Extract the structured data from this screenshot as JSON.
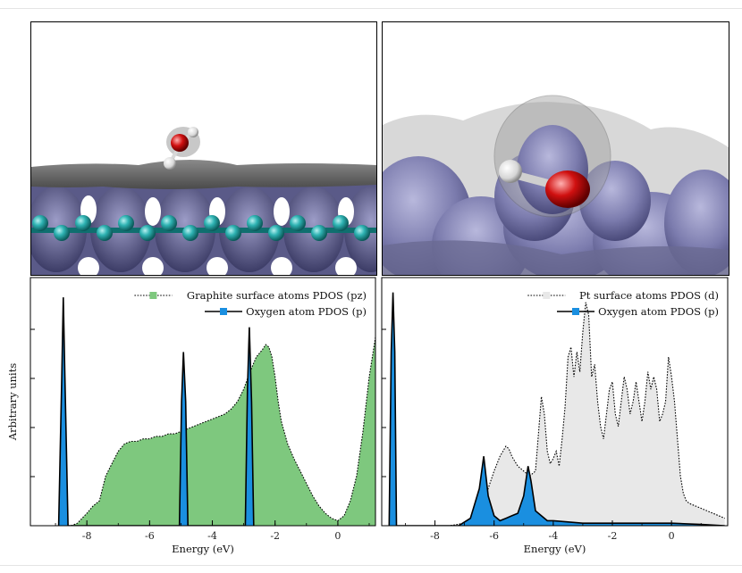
{
  "renders": {
    "left": {
      "description_icon": "water-molecule-on-graphite-render"
    },
    "right": {
      "description_icon": "water-molecule-on-pt-render"
    }
  },
  "shared_ylabel": "Arbitrary units",
  "chart_data": [
    {
      "type": "area",
      "xlabel": "Energy (eV)",
      "ylabel": "Arbitrary units",
      "xlim": [
        -9.8,
        1.2
      ],
      "ylim": [
        0,
        1.0
      ],
      "xticks": [
        -8,
        -6,
        -4,
        -2,
        0
      ],
      "legend_position": "top-right",
      "series": [
        {
          "name": "Graphite surface atoms PDOS (pz)",
          "color": "#7ec87e",
          "x": [
            -8.5,
            -8.3,
            -8.0,
            -7.8,
            -7.6,
            -7.4,
            -7.2,
            -7.0,
            -6.8,
            -6.6,
            -6.4,
            -6.2,
            -6.0,
            -5.8,
            -5.6,
            -5.4,
            -5.2,
            -5.0,
            -4.8,
            -4.6,
            -4.4,
            -4.2,
            -4.0,
            -3.8,
            -3.6,
            -3.4,
            -3.2,
            -3.0,
            -2.8,
            -2.6,
            -2.4,
            -2.3,
            -2.2,
            -2.1,
            -2.0,
            -1.9,
            -1.8,
            -1.6,
            -1.4,
            -1.2,
            -1.0,
            -0.8,
            -0.6,
            -0.4,
            -0.2,
            0.0,
            0.2,
            0.4,
            0.6,
            0.8,
            1.0,
            1.2
          ],
          "values": [
            0.0,
            0.01,
            0.05,
            0.08,
            0.1,
            0.2,
            0.25,
            0.3,
            0.33,
            0.34,
            0.34,
            0.35,
            0.35,
            0.36,
            0.36,
            0.37,
            0.37,
            0.38,
            0.39,
            0.4,
            0.41,
            0.42,
            0.43,
            0.44,
            0.45,
            0.47,
            0.5,
            0.55,
            0.62,
            0.68,
            0.71,
            0.73,
            0.72,
            0.68,
            0.6,
            0.5,
            0.42,
            0.33,
            0.27,
            0.22,
            0.17,
            0.12,
            0.08,
            0.05,
            0.03,
            0.02,
            0.04,
            0.1,
            0.2,
            0.38,
            0.6,
            0.76
          ]
        },
        {
          "name": "Oxygen atom PDOS (p)",
          "color": "#1a8fe0",
          "x": [
            -8.9,
            -8.8,
            -8.75,
            -8.7,
            -8.6,
            -5.05,
            -4.98,
            -4.92,
            -4.85,
            -4.78,
            -2.95,
            -2.88,
            -2.82,
            -2.75,
            -2.68
          ],
          "values": [
            0,
            0.6,
            0.92,
            0.6,
            0,
            0,
            0.5,
            0.7,
            0.5,
            0,
            0,
            0.55,
            0.8,
            0.5,
            0
          ]
        }
      ]
    },
    {
      "type": "area",
      "xlabel": "Energy (eV)",
      "ylabel": "",
      "xlim": [
        -9.8,
        1.9
      ],
      "ylim": [
        0,
        1.0
      ],
      "xticks": [
        -8,
        -6,
        -4,
        -2,
        0
      ],
      "legend_position": "top-right",
      "series": [
        {
          "name": "Pt surface atoms PDOS (d)",
          "color": "#e8e8e8",
          "x": [
            -9.5,
            -7.5,
            -7.0,
            -6.8,
            -6.6,
            -6.4,
            -6.2,
            -6.0,
            -5.8,
            -5.6,
            -5.5,
            -5.4,
            -5.3,
            -5.2,
            -5.0,
            -4.8,
            -4.6,
            -4.4,
            -4.3,
            -4.2,
            -4.1,
            -4.0,
            -3.9,
            -3.8,
            -3.7,
            -3.6,
            -3.5,
            -3.4,
            -3.3,
            -3.2,
            -3.1,
            -3.0,
            -2.9,
            -2.8,
            -2.7,
            -2.6,
            -2.5,
            -2.4,
            -2.3,
            -2.2,
            -2.1,
            -2.0,
            -1.9,
            -1.8,
            -1.7,
            -1.6,
            -1.5,
            -1.4,
            -1.3,
            -1.2,
            -1.1,
            -1.0,
            -0.9,
            -0.8,
            -0.7,
            -0.6,
            -0.5,
            -0.4,
            -0.3,
            -0.2,
            -0.1,
            0.0,
            0.1,
            0.2,
            0.3,
            0.4,
            0.5,
            0.6,
            0.8,
            1.0,
            1.2,
            1.4,
            1.6,
            1.8
          ],
          "values": [
            0.0,
            0.0,
            0.01,
            0.02,
            0.04,
            0.08,
            0.15,
            0.22,
            0.28,
            0.32,
            0.31,
            0.28,
            0.26,
            0.24,
            0.22,
            0.2,
            0.22,
            0.52,
            0.45,
            0.3,
            0.25,
            0.27,
            0.3,
            0.24,
            0.35,
            0.48,
            0.68,
            0.72,
            0.6,
            0.7,
            0.62,
            0.78,
            0.9,
            0.85,
            0.6,
            0.65,
            0.5,
            0.4,
            0.35,
            0.45,
            0.55,
            0.58,
            0.45,
            0.4,
            0.5,
            0.6,
            0.55,
            0.45,
            0.5,
            0.58,
            0.5,
            0.42,
            0.5,
            0.62,
            0.55,
            0.6,
            0.55,
            0.42,
            0.45,
            0.5,
            0.68,
            0.6,
            0.5,
            0.35,
            0.2,
            0.13,
            0.1,
            0.09,
            0.08,
            0.07,
            0.06,
            0.05,
            0.04,
            0.03
          ]
        },
        {
          "name": "Oxygen atom PDOS (p)",
          "color": "#1a8fe0",
          "x": [
            -9.55,
            -9.48,
            -9.42,
            -9.36,
            -9.3,
            -7.2,
            -6.8,
            -6.5,
            -6.35,
            -6.2,
            -6.0,
            -5.8,
            -5.6,
            -5.4,
            -5.2,
            -5.0,
            -4.85,
            -4.75,
            -4.6,
            -4.4,
            -4.2,
            -4.0,
            -3.5,
            -3.0,
            -2.0,
            -1.0,
            0.0,
            1.0,
            1.8
          ],
          "values": [
            0,
            0.7,
            0.94,
            0.7,
            0,
            0,
            0.03,
            0.15,
            0.28,
            0.12,
            0.04,
            0.02,
            0.03,
            0.04,
            0.05,
            0.12,
            0.24,
            0.18,
            0.06,
            0.04,
            0.02,
            0.02,
            0.015,
            0.01,
            0.01,
            0.01,
            0.01,
            0.005,
            0.0
          ]
        }
      ]
    }
  ]
}
